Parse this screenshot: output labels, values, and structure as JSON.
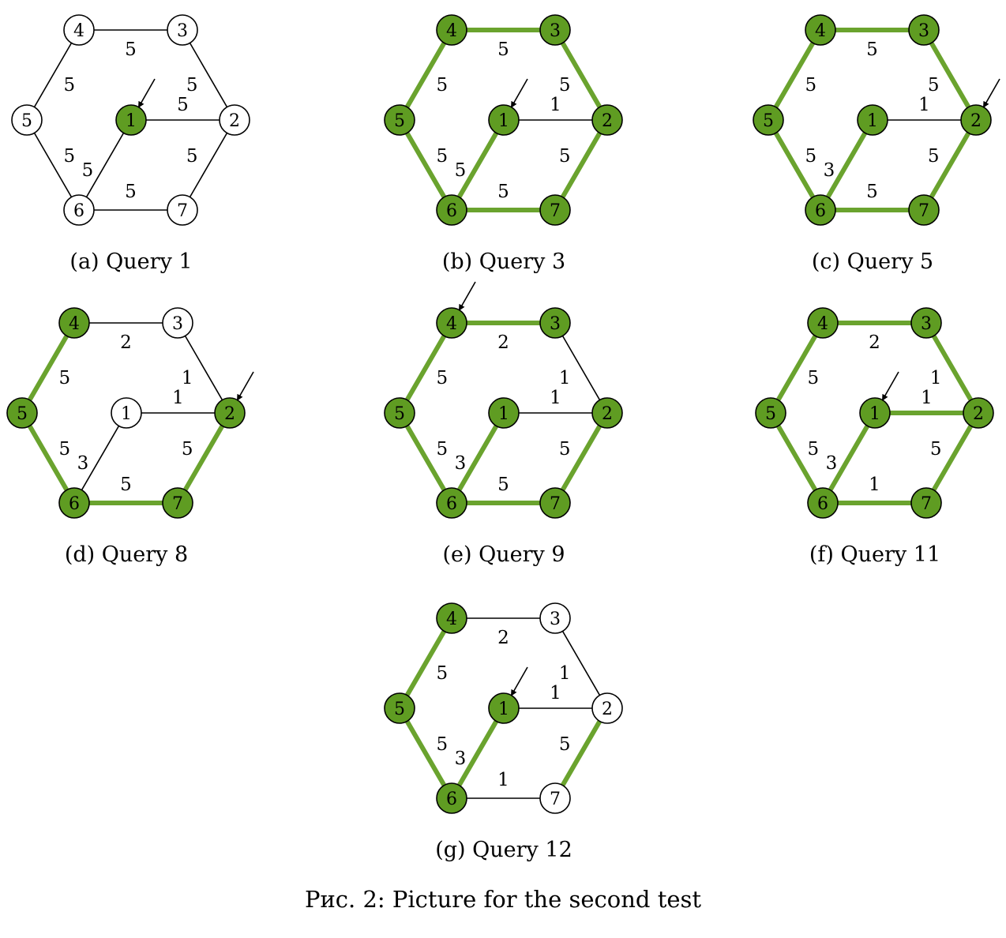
{
  "figure": {
    "caption": "Рис. 2: Picture for the second test",
    "colors": {
      "selected_node": "#5f9c22",
      "selected_edge": "#6aa32e",
      "default": "#ffffff",
      "line": "#000000"
    },
    "panels": [
      {
        "id": "a",
        "caption": "(a) Query 1",
        "arrow": "1",
        "icon": "arrow-pointer-icon",
        "green_nodes": [
          "1"
        ],
        "edges": [
          {
            "from": "4",
            "to": "3",
            "weight": "5",
            "green": false
          },
          {
            "from": "3",
            "to": "2",
            "weight": "5",
            "green": false
          },
          {
            "from": "2",
            "to": "7",
            "weight": "5",
            "green": false
          },
          {
            "from": "7",
            "to": "6",
            "weight": "5",
            "green": false
          },
          {
            "from": "6",
            "to": "5",
            "weight": "5",
            "green": false
          },
          {
            "from": "5",
            "to": "4",
            "weight": "5",
            "green": false
          },
          {
            "from": "1",
            "to": "2",
            "weight": "5",
            "green": false
          },
          {
            "from": "1",
            "to": "6",
            "weight": "5",
            "green": false
          }
        ]
      },
      {
        "id": "b",
        "caption": "(b) Query 3",
        "arrow": "1",
        "icon": "arrow-pointer-icon",
        "green_nodes": [
          "1",
          "2",
          "3",
          "4",
          "5",
          "6",
          "7"
        ],
        "edges": [
          {
            "from": "4",
            "to": "3",
            "weight": "5",
            "green": true
          },
          {
            "from": "3",
            "to": "2",
            "weight": "5",
            "green": true
          },
          {
            "from": "2",
            "to": "7",
            "weight": "5",
            "green": true
          },
          {
            "from": "7",
            "to": "6",
            "weight": "5",
            "green": true
          },
          {
            "from": "6",
            "to": "5",
            "weight": "5",
            "green": true
          },
          {
            "from": "5",
            "to": "4",
            "weight": "5",
            "green": true
          },
          {
            "from": "1",
            "to": "2",
            "weight": "1",
            "green": false
          },
          {
            "from": "1",
            "to": "6",
            "weight": "5",
            "green": true
          }
        ]
      },
      {
        "id": "c",
        "caption": "(c) Query 5",
        "arrow": "2",
        "icon": "arrow-pointer-icon",
        "green_nodes": [
          "1",
          "2",
          "3",
          "4",
          "5",
          "6",
          "7"
        ],
        "edges": [
          {
            "from": "4",
            "to": "3",
            "weight": "5",
            "green": true
          },
          {
            "from": "3",
            "to": "2",
            "weight": "5",
            "green": true
          },
          {
            "from": "2",
            "to": "7",
            "weight": "5",
            "green": true
          },
          {
            "from": "7",
            "to": "6",
            "weight": "5",
            "green": true
          },
          {
            "from": "6",
            "to": "5",
            "weight": "5",
            "green": true
          },
          {
            "from": "5",
            "to": "4",
            "weight": "5",
            "green": true
          },
          {
            "from": "1",
            "to": "2",
            "weight": "1",
            "green": false
          },
          {
            "from": "1",
            "to": "6",
            "weight": "3",
            "green": true
          }
        ]
      },
      {
        "id": "d",
        "caption": "(d) Query 8",
        "arrow": "2",
        "icon": "arrow-pointer-icon",
        "green_nodes": [
          "2",
          "4",
          "5",
          "6",
          "7"
        ],
        "edges": [
          {
            "from": "4",
            "to": "3",
            "weight": "2",
            "green": false
          },
          {
            "from": "3",
            "to": "2",
            "weight": "1",
            "green": false
          },
          {
            "from": "2",
            "to": "7",
            "weight": "5",
            "green": true
          },
          {
            "from": "7",
            "to": "6",
            "weight": "5",
            "green": true
          },
          {
            "from": "6",
            "to": "5",
            "weight": "5",
            "green": true
          },
          {
            "from": "5",
            "to": "4",
            "weight": "5",
            "green": true
          },
          {
            "from": "1",
            "to": "2",
            "weight": "1",
            "green": false
          },
          {
            "from": "1",
            "to": "6",
            "weight": "3",
            "green": false
          }
        ]
      },
      {
        "id": "e",
        "caption": "(e) Query 9",
        "arrow": "4",
        "icon": "arrow-pointer-icon",
        "green_nodes": [
          "1",
          "2",
          "3",
          "4",
          "5",
          "6",
          "7"
        ],
        "edges": [
          {
            "from": "4",
            "to": "3",
            "weight": "2",
            "green": true
          },
          {
            "from": "3",
            "to": "2",
            "weight": "1",
            "green": false
          },
          {
            "from": "2",
            "to": "7",
            "weight": "5",
            "green": true
          },
          {
            "from": "7",
            "to": "6",
            "weight": "5",
            "green": true
          },
          {
            "from": "6",
            "to": "5",
            "weight": "5",
            "green": true
          },
          {
            "from": "5",
            "to": "4",
            "weight": "5",
            "green": true
          },
          {
            "from": "1",
            "to": "2",
            "weight": "1",
            "green": false
          },
          {
            "from": "1",
            "to": "6",
            "weight": "3",
            "green": true
          }
        ]
      },
      {
        "id": "f",
        "caption": "(f) Query 11",
        "arrow": "1",
        "icon": "arrow-pointer-icon",
        "green_nodes": [
          "1",
          "2",
          "3",
          "4",
          "5",
          "6",
          "7"
        ],
        "edges": [
          {
            "from": "4",
            "to": "3",
            "weight": "2",
            "green": true
          },
          {
            "from": "3",
            "to": "2",
            "weight": "1",
            "green": true
          },
          {
            "from": "2",
            "to": "7",
            "weight": "5",
            "green": true
          },
          {
            "from": "7",
            "to": "6",
            "weight": "1",
            "green": true
          },
          {
            "from": "6",
            "to": "5",
            "weight": "5",
            "green": true
          },
          {
            "from": "5",
            "to": "4",
            "weight": "5",
            "green": true
          },
          {
            "from": "1",
            "to": "2",
            "weight": "1",
            "green": true
          },
          {
            "from": "1",
            "to": "6",
            "weight": "3",
            "green": true
          }
        ]
      },
      {
        "id": "g",
        "caption": "(g) Query 12",
        "arrow": "1",
        "icon": "arrow-pointer-icon",
        "green_nodes": [
          "1",
          "4",
          "5",
          "6"
        ],
        "edges": [
          {
            "from": "4",
            "to": "3",
            "weight": "2",
            "green": false
          },
          {
            "from": "3",
            "to": "2",
            "weight": "1",
            "green": false
          },
          {
            "from": "2",
            "to": "7",
            "weight": "5",
            "green": true
          },
          {
            "from": "7",
            "to": "6",
            "weight": "1",
            "green": false
          },
          {
            "from": "6",
            "to": "5",
            "weight": "5",
            "green": true
          },
          {
            "from": "5",
            "to": "4",
            "weight": "5",
            "green": true
          },
          {
            "from": "1",
            "to": "2",
            "weight": "1",
            "green": false
          },
          {
            "from": "1",
            "to": "6",
            "weight": "3",
            "green": true
          }
        ]
      }
    ]
  }
}
